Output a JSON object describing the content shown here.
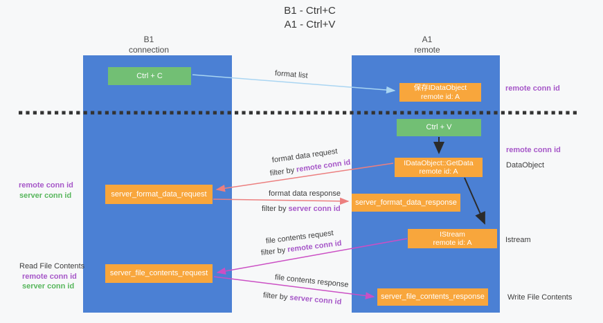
{
  "title": {
    "line1": "B1 - Ctrl+C",
    "line2": "A1 - Ctrl+V"
  },
  "columns": {
    "b1": {
      "title": "B1",
      "subtitle": "connection"
    },
    "a1": {
      "title": "A1",
      "subtitle": "remote"
    }
  },
  "boxes": {
    "ctrl_c": "Ctrl + C",
    "ctrl_v": "Ctrl + V",
    "save_dataobject": {
      "line1": "保存IDataObject",
      "line2": "remote id: A"
    },
    "getdata": {
      "line1": "IDataObject::GetData",
      "line2": "remote id: A"
    },
    "istream": {
      "line1": "IStream",
      "line2": "remote id: A"
    },
    "format_request": "server_format_data_request",
    "format_response": "server_format_data_response",
    "file_request": "server_file_contents_request",
    "file_response": "server_file_contents_response"
  },
  "arrow_labels": {
    "format_list": "format list",
    "format_data_request": "format data request",
    "format_data_response": "format data response",
    "file_contents_request": "file contents request",
    "file_contents_response": "file contents response",
    "filter_by": "filter by ",
    "remote_conn_id": "remote conn id",
    "server_conn_id": "server conn id"
  },
  "side_labels": {
    "left": {
      "remote_conn_id_1": "remote conn id",
      "server_conn_id_1": "server conn id",
      "read_file_contents": "Read File Contents",
      "remote_conn_id_2": "remote conn id",
      "server_conn_id_2": "server conn id"
    },
    "right": {
      "remote_conn_id_1": "remote conn id",
      "remote_conn_id_2": "remote conn id",
      "dataobject": "DataObject",
      "istream": "Istream",
      "write_file_contents": "Write File Contents"
    }
  },
  "colors": {
    "column_blue": "#4b80d4",
    "box_green": "#72bf74",
    "box_orange": "#f8a63c",
    "arrow_lightblue": "#a9d5f2",
    "arrow_black": "#2b2b2b",
    "arrow_salmon": "#ec7f7f",
    "arrow_magenta": "#cb4fc4",
    "text_purple": "#a657c8",
    "text_green": "#57b65c",
    "background": "#f7f8f9",
    "dashed_line": "#333333"
  }
}
